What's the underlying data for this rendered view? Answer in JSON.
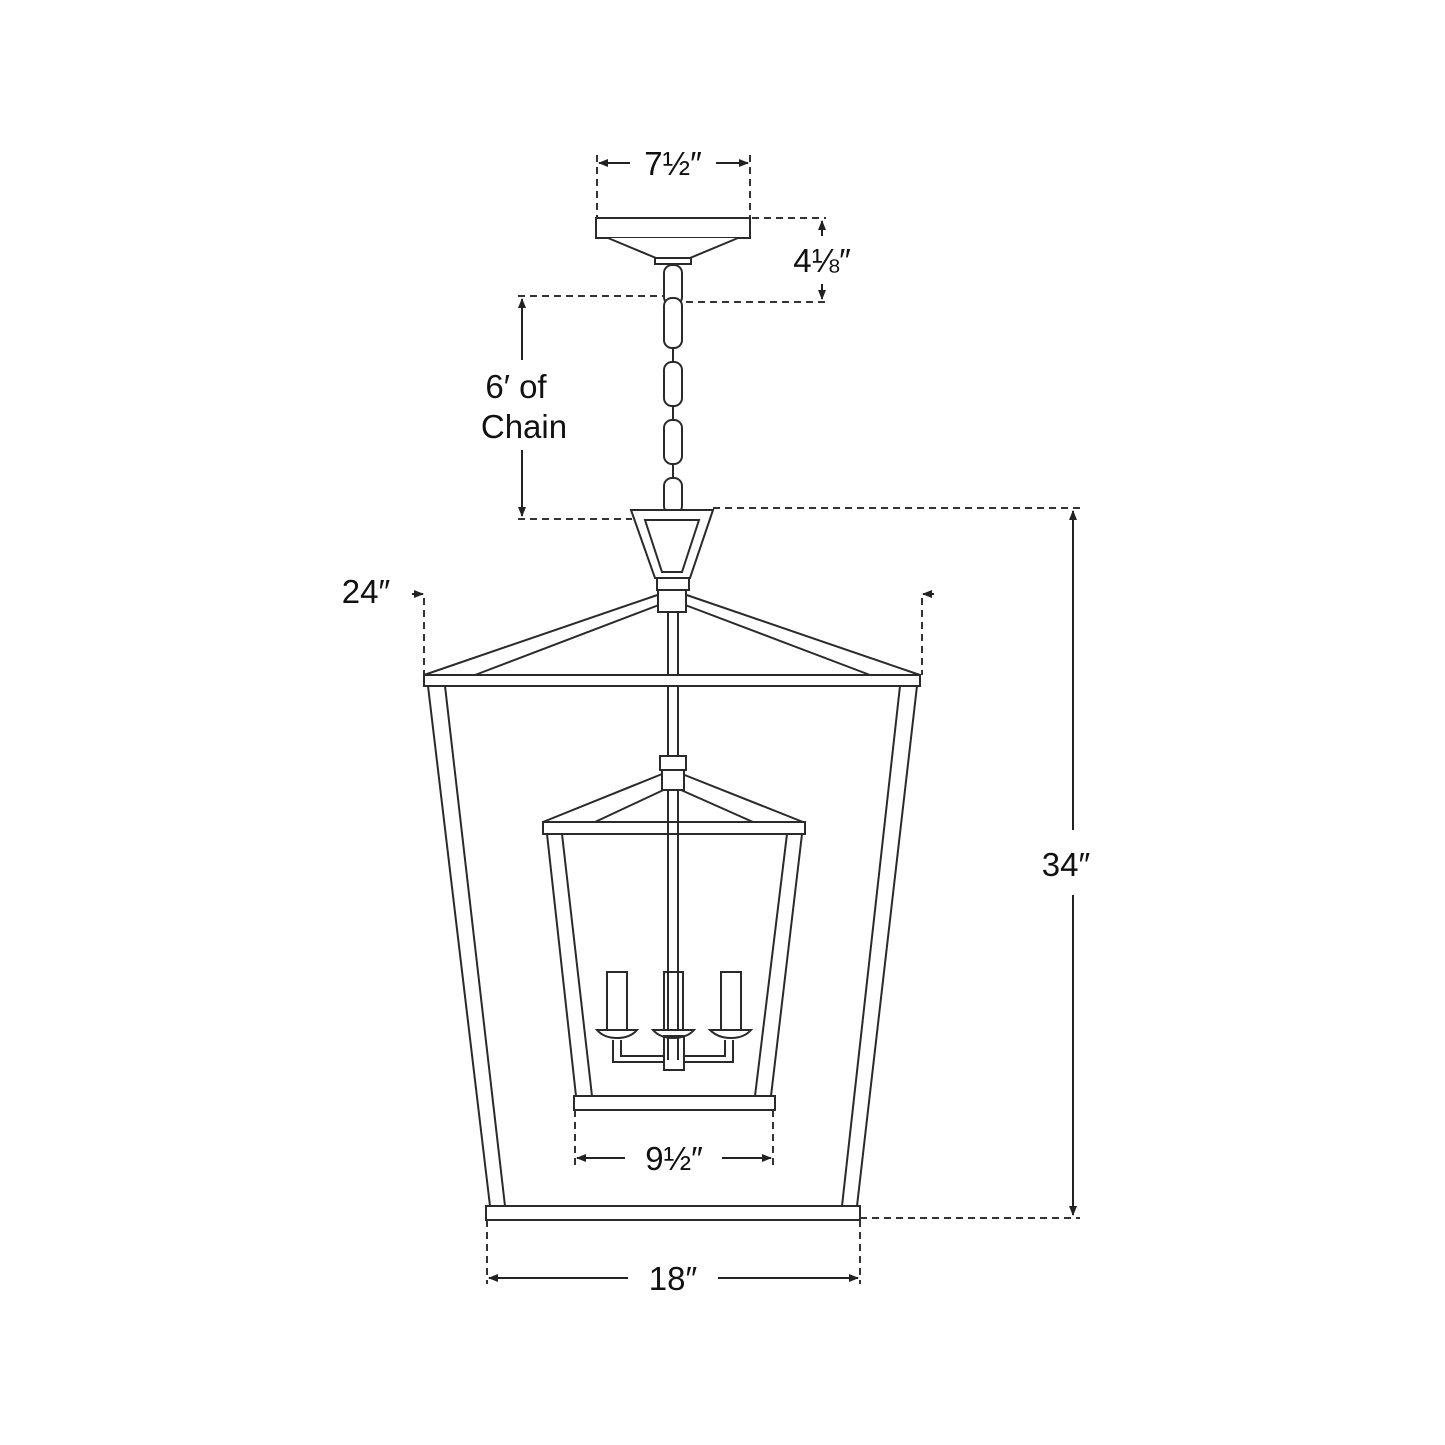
{
  "dimensions": {
    "canopy_width": "7½″",
    "canopy_height": "4⅛″",
    "chain_line1": "6′ of",
    "chain_line2": "Chain",
    "overall_width": "24″",
    "overall_height": "34″",
    "inner_base_width": "9½″",
    "base_width": "18″"
  },
  "colors": {
    "line": "#2a2a2a",
    "background": "#ffffff"
  }
}
